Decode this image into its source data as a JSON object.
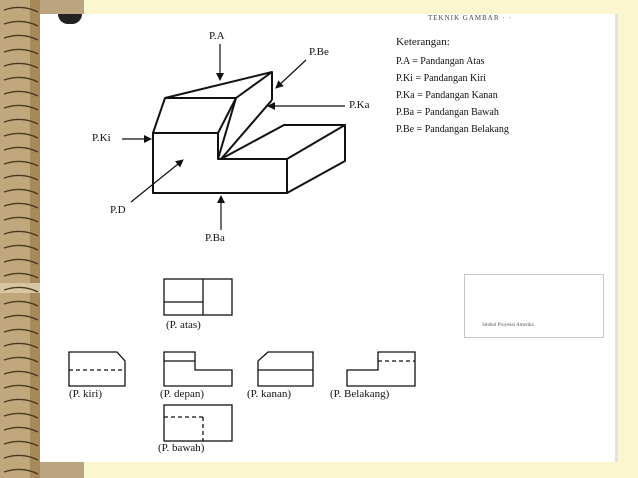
{
  "header": {
    "scrap_text": "TEKNIK GAMBAR  · ·"
  },
  "iso_labels": {
    "pa": "P.A",
    "pbe": "P.Be",
    "pka": "P.Ka",
    "pki": "P.Ki",
    "pd": "P.D",
    "pba": "P.Ba"
  },
  "legend": {
    "title": "Keterangan:",
    "items": [
      "P.A = Pandangan Atas",
      "P.Ki = Pandangan Kiri",
      "P.Ka = Pandangan Kanan",
      "P.Ba = Pandangan Bawah",
      "P.Be = Pandangan Belakang"
    ]
  },
  "projection": {
    "caption": "Simbol Proyeksi Amerika"
  },
  "views": {
    "atas": "(P. atas)",
    "kiri": "(P. kiri)",
    "depan": "(P. depan)",
    "kanan": "(P. kanan)",
    "belakang": "(P. Belakang)",
    "bawah": "(P. bawah)"
  },
  "colors": {
    "background": "#fbf6cf",
    "binder": "#c1a77d",
    "sheet": "#ffffff",
    "ink": "#111111"
  }
}
